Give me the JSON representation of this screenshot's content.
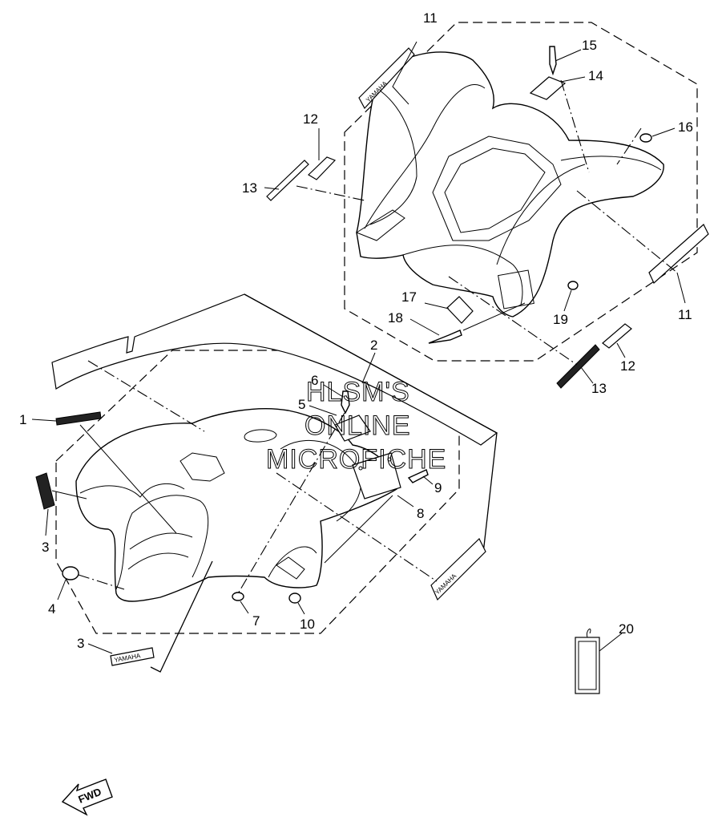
{
  "watermark": {
    "line1": "HLSM'S",
    "line2": "ONLINE",
    "line3": "MICROFICHE"
  },
  "direction_label": "FWD",
  "callouts": {
    "c1": "1",
    "c2": "2",
    "c3a": "3",
    "c3b": "3",
    "c4": "4",
    "c5": "5",
    "c6": "6",
    "c7": "7",
    "c8": "8",
    "c9": "9",
    "c10": "10",
    "c11a": "11",
    "c11b": "11",
    "c12a": "12",
    "c12b": "12",
    "c13a": "13",
    "c13b": "13",
    "c14": "14",
    "c15": "15",
    "c16": "16",
    "c17": "17",
    "c18": "18",
    "c19": "19",
    "c20": "20"
  },
  "decal_text": {
    "yamaha": "YAMAHA"
  }
}
